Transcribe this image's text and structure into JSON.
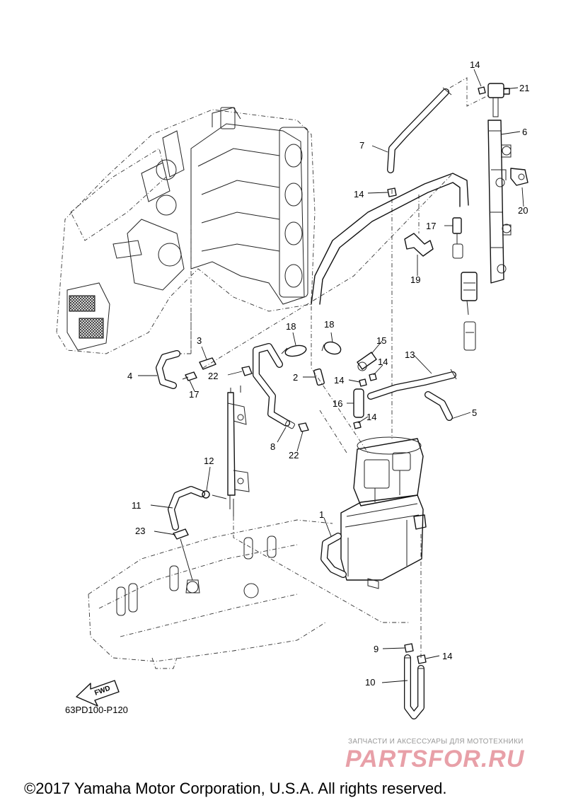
{
  "diagram": {
    "code": "63PD100-P120",
    "fwd_label": "FWD",
    "callouts": [
      "1",
      "2",
      "3",
      "4",
      "5",
      "6",
      "7",
      "8",
      "9",
      "10",
      "11",
      "12",
      "13",
      "14",
      "15",
      "16",
      "17",
      "18",
      "19",
      "20",
      "21",
      "22",
      "23"
    ]
  },
  "watermark": {
    "top_text": "ЗАПЧАСТИ И АКСЕССУАРЫ ДЛЯ МОТОТЕХНИКИ",
    "logo_text": "PARTSFOR.RU",
    "color": "#e8a0a8"
  },
  "footer": {
    "copyright": "©2017 Yamaha Motor Corporation, U.S.A. All rights reserved."
  }
}
